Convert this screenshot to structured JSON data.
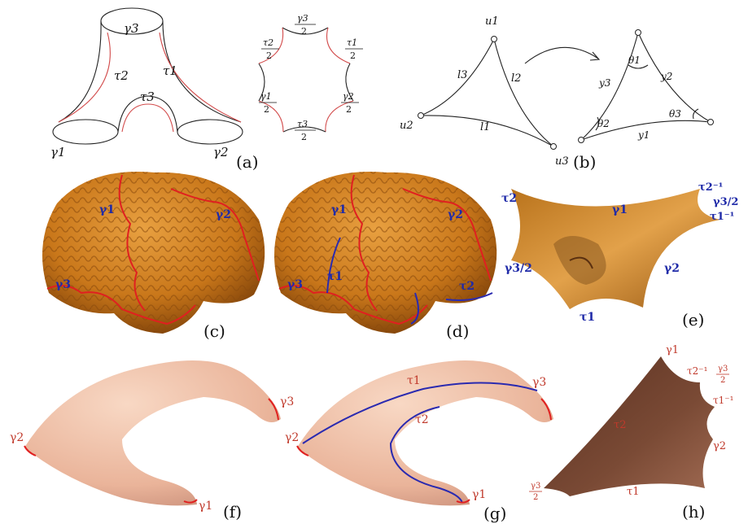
{
  "panels": {
    "a": {
      "caption": "(a)",
      "labels": {
        "g3": "γ3",
        "t2": "τ2",
        "t1": "τ1",
        "t3": "τ3",
        "g1": "γ1",
        "g2": "γ2"
      },
      "hex": {
        "top": "γ3",
        "top_den": "2",
        "tl": "τ2",
        "tl_den": "2",
        "tr": "τ1",
        "tr_den": "2",
        "bl": "γ1",
        "bl_den": "2",
        "br": "γ2",
        "br_den": "2",
        "bot": "τ3",
        "bot_den": "2"
      }
    },
    "b": {
      "caption": "(b)",
      "left": {
        "u1": "u1",
        "u2": "u2",
        "u3": "u3",
        "l1": "l1",
        "l2": "l2",
        "l3": "l3"
      },
      "right": {
        "theta1": "θ1",
        "theta2": "θ2",
        "theta3": "θ3",
        "y1": "y1",
        "y2": "y2",
        "y3": "y3"
      }
    },
    "c": {
      "caption": "(c)",
      "labels": {
        "g1": "γ1",
        "g2": "γ2",
        "g3": "γ3"
      }
    },
    "d": {
      "caption": "(d)",
      "labels": {
        "g1": "γ1",
        "g2": "γ2",
        "g3": "γ3",
        "t1": "τ1",
        "t2": "τ2"
      }
    },
    "e": {
      "caption": "(e)",
      "labels": {
        "t2": "τ2",
        "g1": "γ1",
        "t2inv": "τ2⁻¹",
        "g3h1": "γ3/2",
        "t1inv": "τ1⁻¹",
        "g3h2": "γ3/2",
        "g2": "γ2",
        "t1": "τ1"
      }
    },
    "f": {
      "caption": "(f)",
      "labels": {
        "g2": "γ2",
        "g3": "γ3",
        "g1": "γ1"
      }
    },
    "g": {
      "caption": "(g)",
      "labels": {
        "t1": "τ1",
        "g3": "γ3",
        "g2": "γ2",
        "t2": "τ2",
        "g1": "γ1"
      }
    },
    "h": {
      "caption": "(h)",
      "labels": {
        "g1": "γ1",
        "t2inv": "τ2⁻¹",
        "g3h": "γ3",
        "g3h_den": "2",
        "t1inv": "τ1⁻¹",
        "t2": "τ2",
        "g2": "γ2",
        "g3h2": "γ3",
        "g3h2_den": "2",
        "t1": "τ1"
      }
    }
  },
  "colors": {
    "brain": "#c9771a",
    "brain_dark": "#8a4a0c",
    "skin": "#f0c0a8",
    "skin_dark": "#c98f7a",
    "curve_red": "#e02020",
    "curve_blue": "#2a2ab0",
    "flat_h": "#7a4a35"
  }
}
